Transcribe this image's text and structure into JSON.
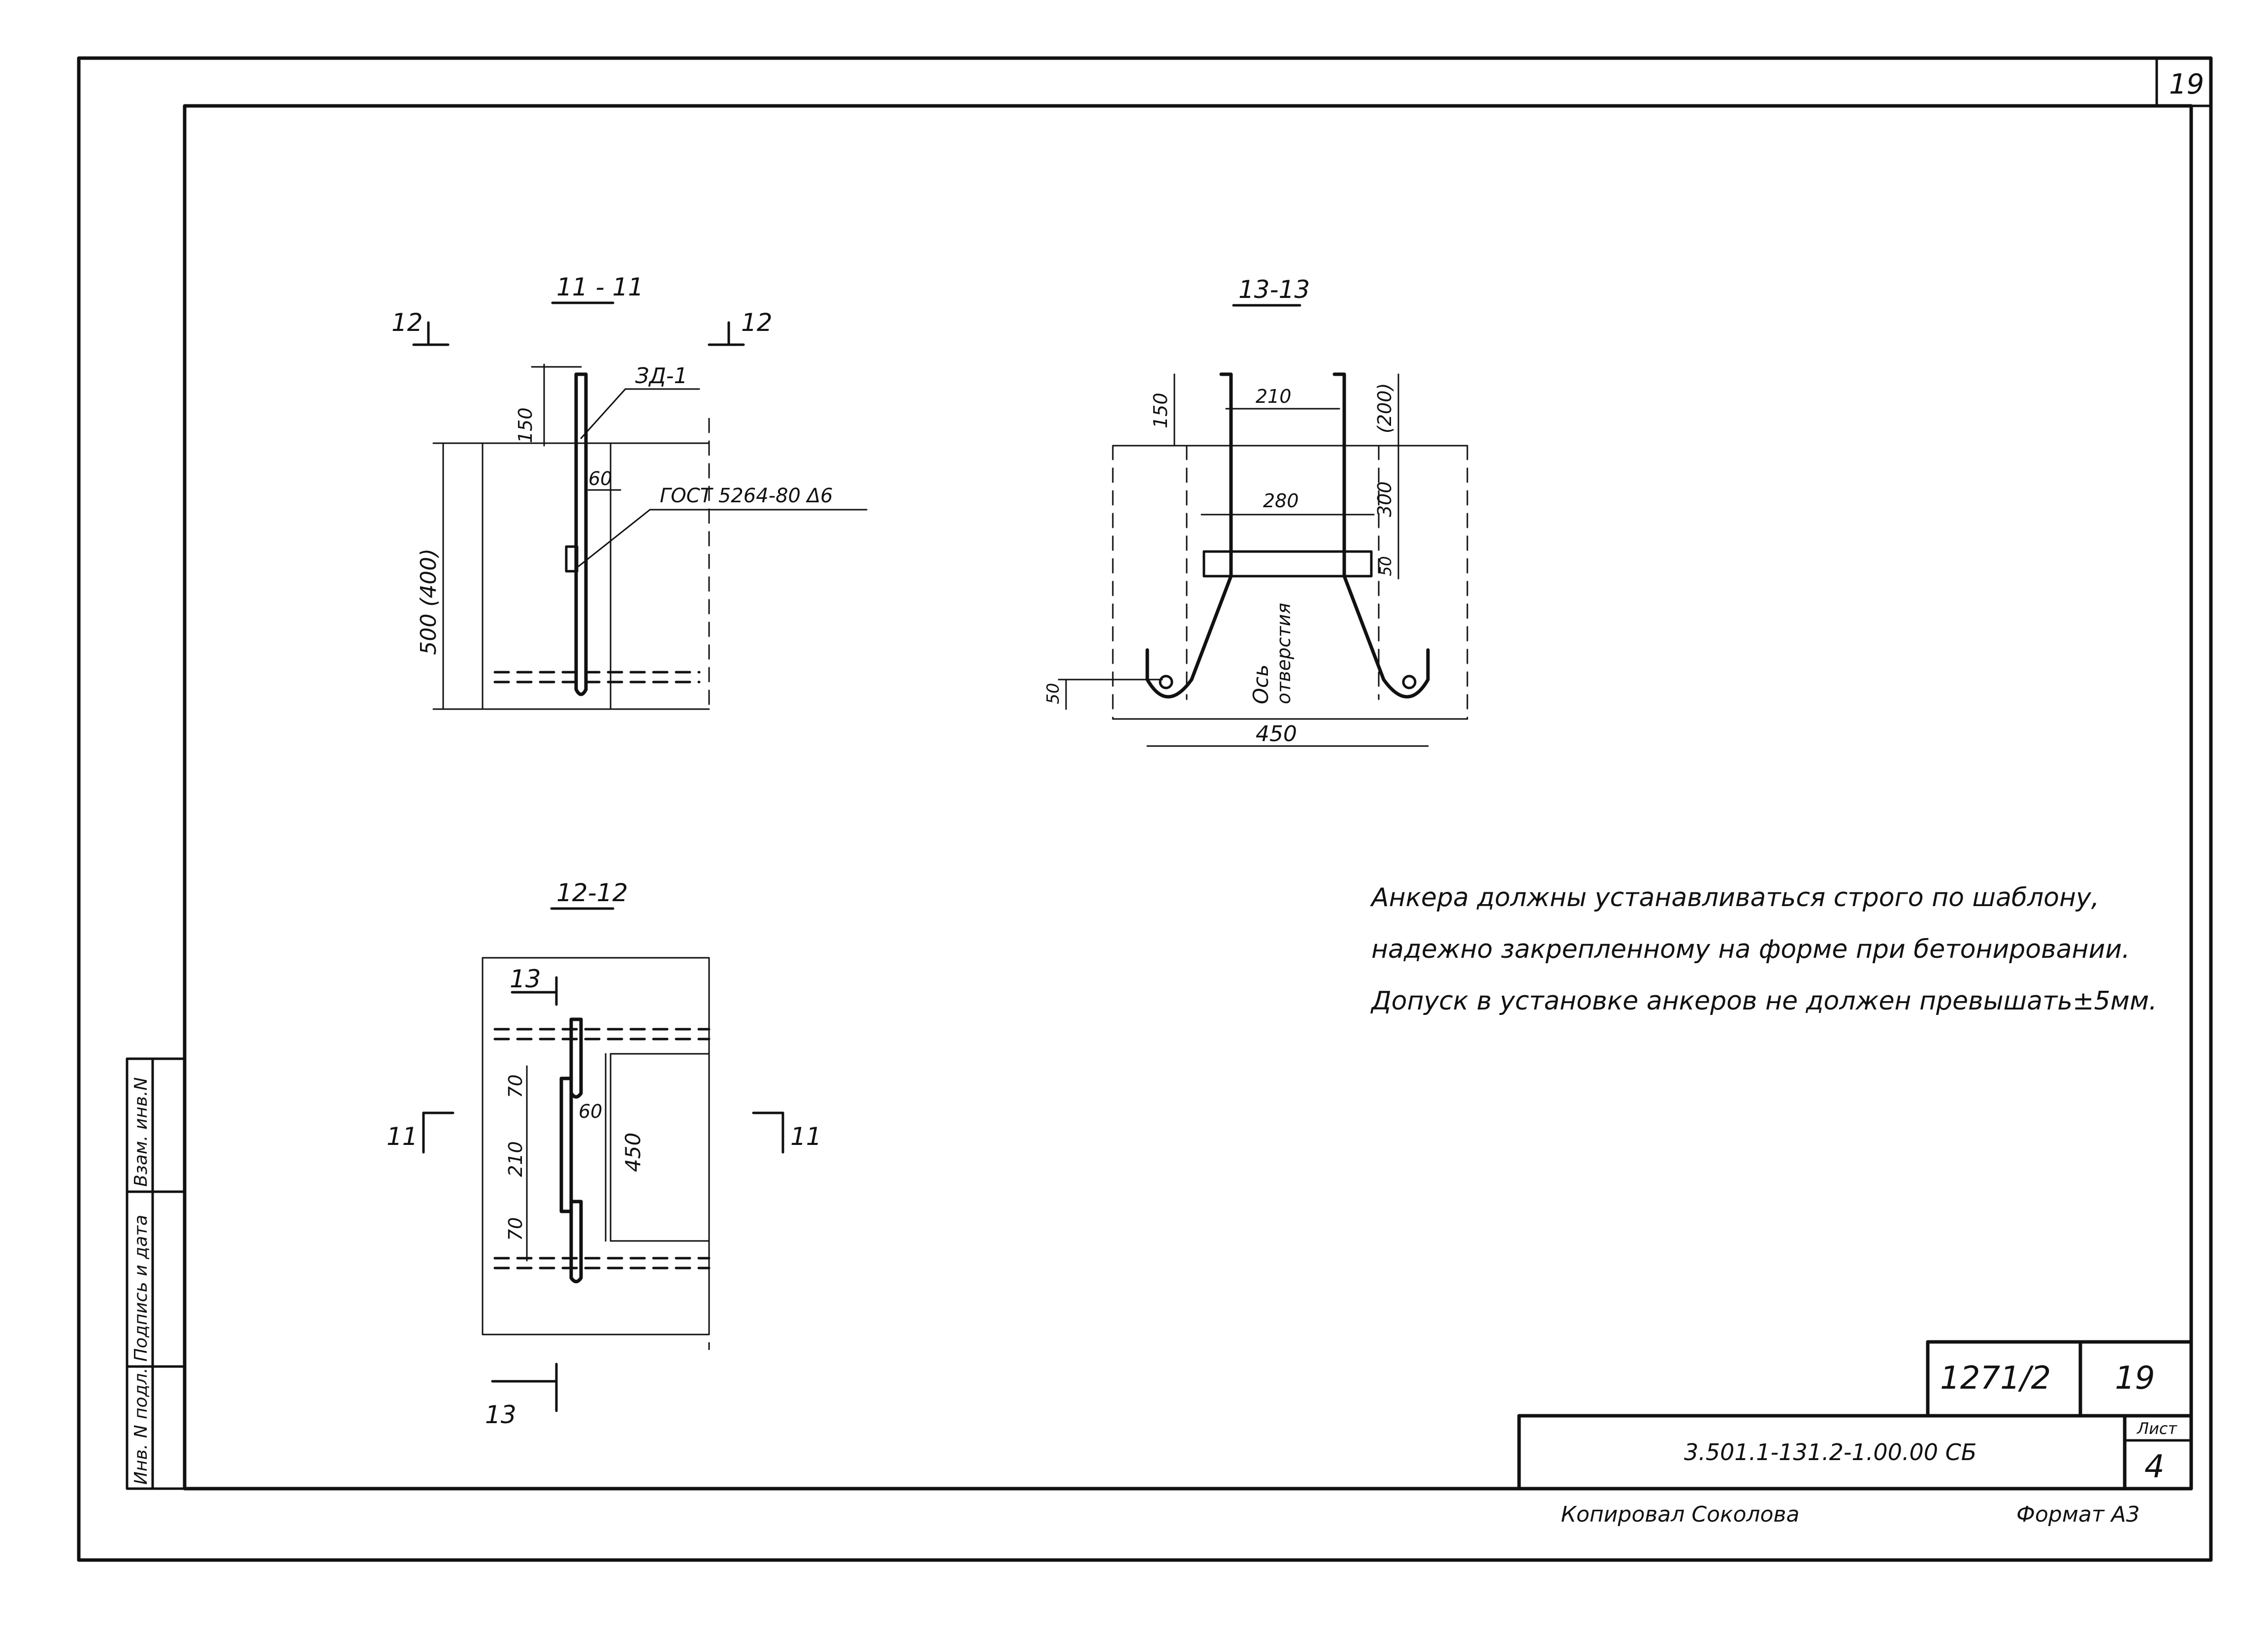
{
  "sheet": {
    "page_number_corner": "19",
    "copied_by": "Копировал  Соколова",
    "format": "Формат А3"
  },
  "title_block": {
    "project_code": "1271/2",
    "sheet_no": "19",
    "designation": "3.501.1-131.2-1.00.00 СБ",
    "sheet_label": "Лист",
    "sheet_index": "4"
  },
  "side_stamp": {
    "inv_no": "Инв. N подл.",
    "sign_date": "Подпись и дата",
    "replace_inv": "Взам. инв.N"
  },
  "sections": {
    "s11": {
      "title": "11 - 11",
      "cut_mark_left": "12",
      "cut_mark_right": "12",
      "part_label": "ЗД-1",
      "weld_note": "ГОСТ 5264-80  Δ6",
      "dim_top": "150",
      "dim_height": "500 (400)",
      "dim_weld": "60"
    },
    "s12": {
      "title": "12-12",
      "cut_mark_top": "13",
      "cut_mark_bottom": "13",
      "cut_mark_left": "11",
      "cut_mark_right": "11",
      "dim_a": "70",
      "dim_b": "210",
      "dim_c": "70",
      "dim_weld": "60",
      "dim_height": "450"
    },
    "s13": {
      "title": "13-13",
      "dim_top": "150",
      "dim_inner": "210",
      "dim_right_top": "(200)",
      "dim_width": "280",
      "dim_right": "300",
      "dim_small": "50",
      "dim_bottom": "450",
      "dim_hook": "50",
      "axis_label_1": "Ось",
      "axis_label_2": "отверстия"
    }
  },
  "notes": {
    "line1": "Анкера должны устанавливаться строго по шаблону,",
    "line2": "надежно закрепленному на форме при бетонировании.",
    "line3": "Допуск в установке анкеров не должен превышать±5мм."
  }
}
